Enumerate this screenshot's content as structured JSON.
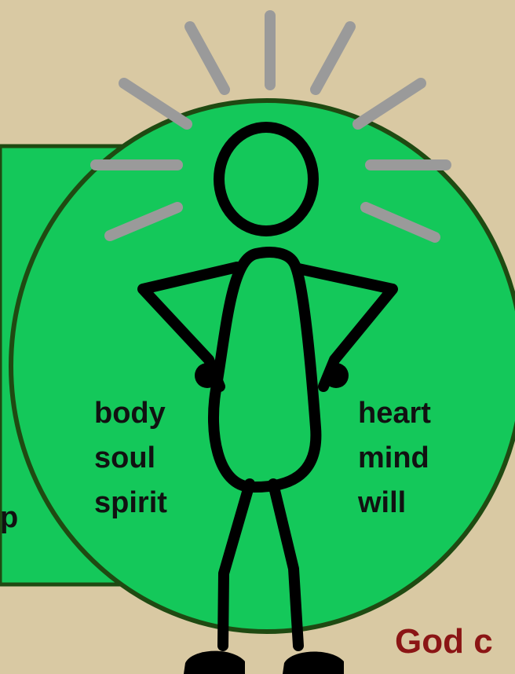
{
  "diagram": {
    "left_words": [
      "body",
      "soul",
      "spirit"
    ],
    "right_words": [
      "heart",
      "mind",
      "will"
    ],
    "left_partial_text": "p",
    "bottom_caption": "God c"
  },
  "colors": {
    "background": "#d9c9a3",
    "green_fill": "#14c85a",
    "outline": "#1f4a12",
    "figure": "#000000",
    "rays": "#9a9a9a",
    "caption": "#8b1515"
  },
  "icons": {
    "figure": "stick-figure-icon",
    "rays": "radiance-rays-icon"
  }
}
